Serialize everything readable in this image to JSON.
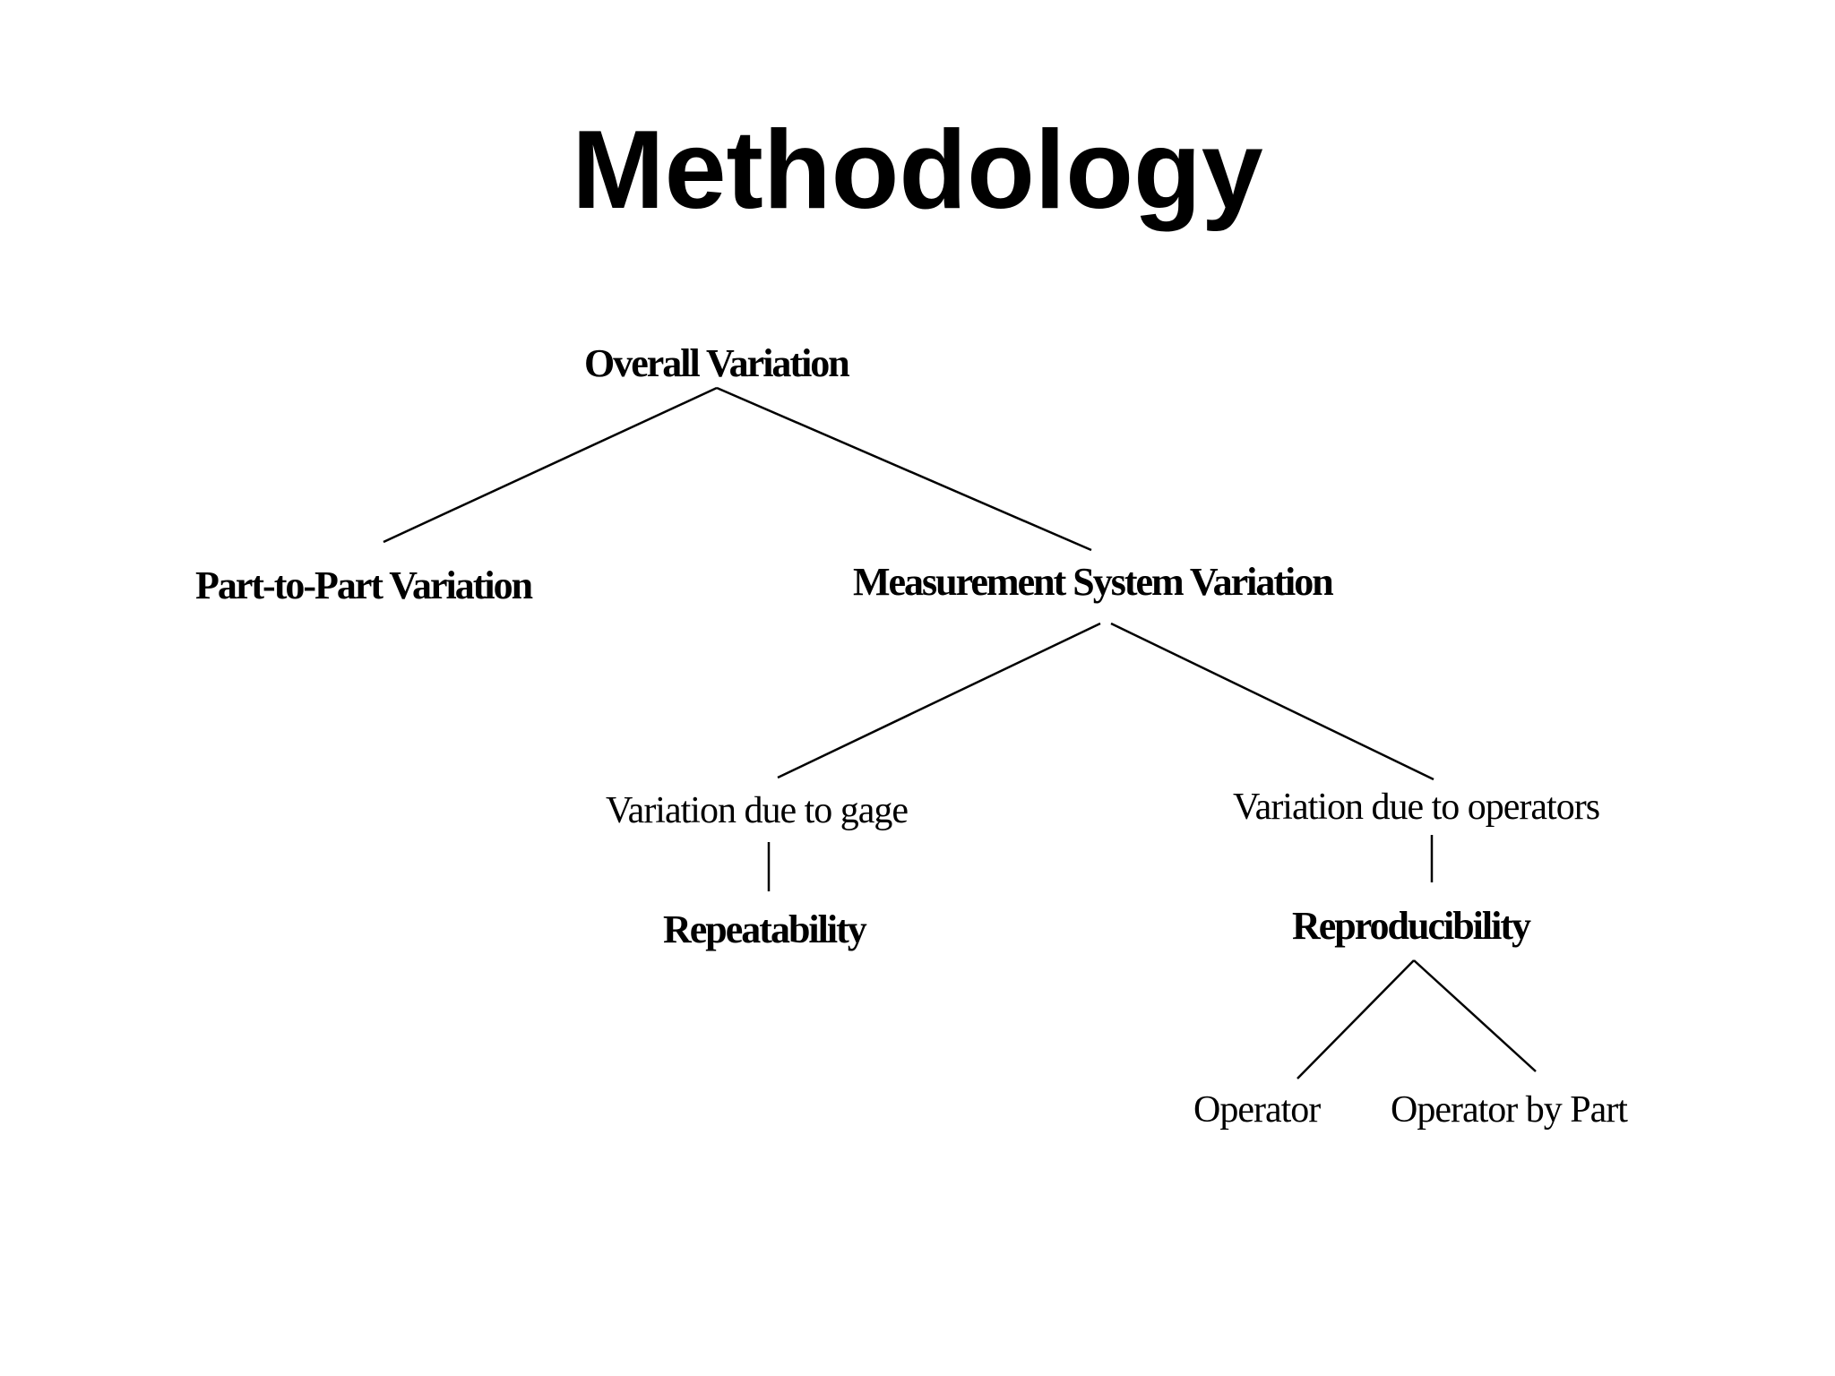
{
  "title": "Methodology",
  "diagram": {
    "root": "Overall Variation",
    "part_to_part": "Part-to-Part Variation",
    "measurement_system": "Measurement System Variation",
    "gage": "Variation due to gage",
    "operators": "Variation due to operators",
    "repeatability": "Repeatability",
    "reproducibility": "Reproducibility",
    "operator": "Operator",
    "operator_by_part": "Operator by Part"
  }
}
